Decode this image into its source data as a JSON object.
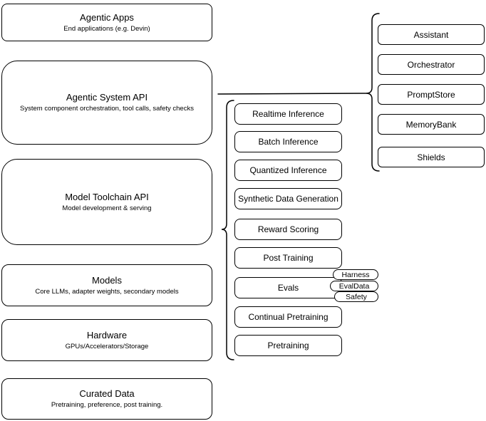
{
  "diagram": {
    "left_stack": [
      {
        "title": "Agentic Apps",
        "subtitle": "End applications (e.g. Devin)"
      },
      {
        "title": "Agentic System API",
        "subtitle": "System component orchestration, tool calls, safety checks"
      },
      {
        "title": "Model Toolchain API",
        "subtitle": "Model development & serving"
      },
      {
        "title": "Models",
        "subtitle": "Core LLMs, adapter weights, secondary models"
      },
      {
        "title": "Hardware",
        "subtitle": "GPUs/Accelerators/Storage"
      },
      {
        "title": "Curated Data",
        "subtitle": "Pretraining, preference, post training."
      }
    ],
    "toolchain_components": [
      "Realtime Inference",
      "Batch Inference",
      "Quantized Inference",
      "Synthetic Data Generation",
      "Reward Scoring",
      "Post Training",
      "Evals",
      "Continual Pretraining",
      "Pretraining"
    ],
    "evals_children": [
      "Harness",
      "EvalData",
      "Safety"
    ],
    "system_components": [
      "Assistant",
      "Orchestrator",
      "PromptStore",
      "MemoryBank",
      "Shields"
    ],
    "colors": {
      "stroke": "#000000",
      "fill": "#ffffff",
      "background": "#ffffff"
    }
  }
}
